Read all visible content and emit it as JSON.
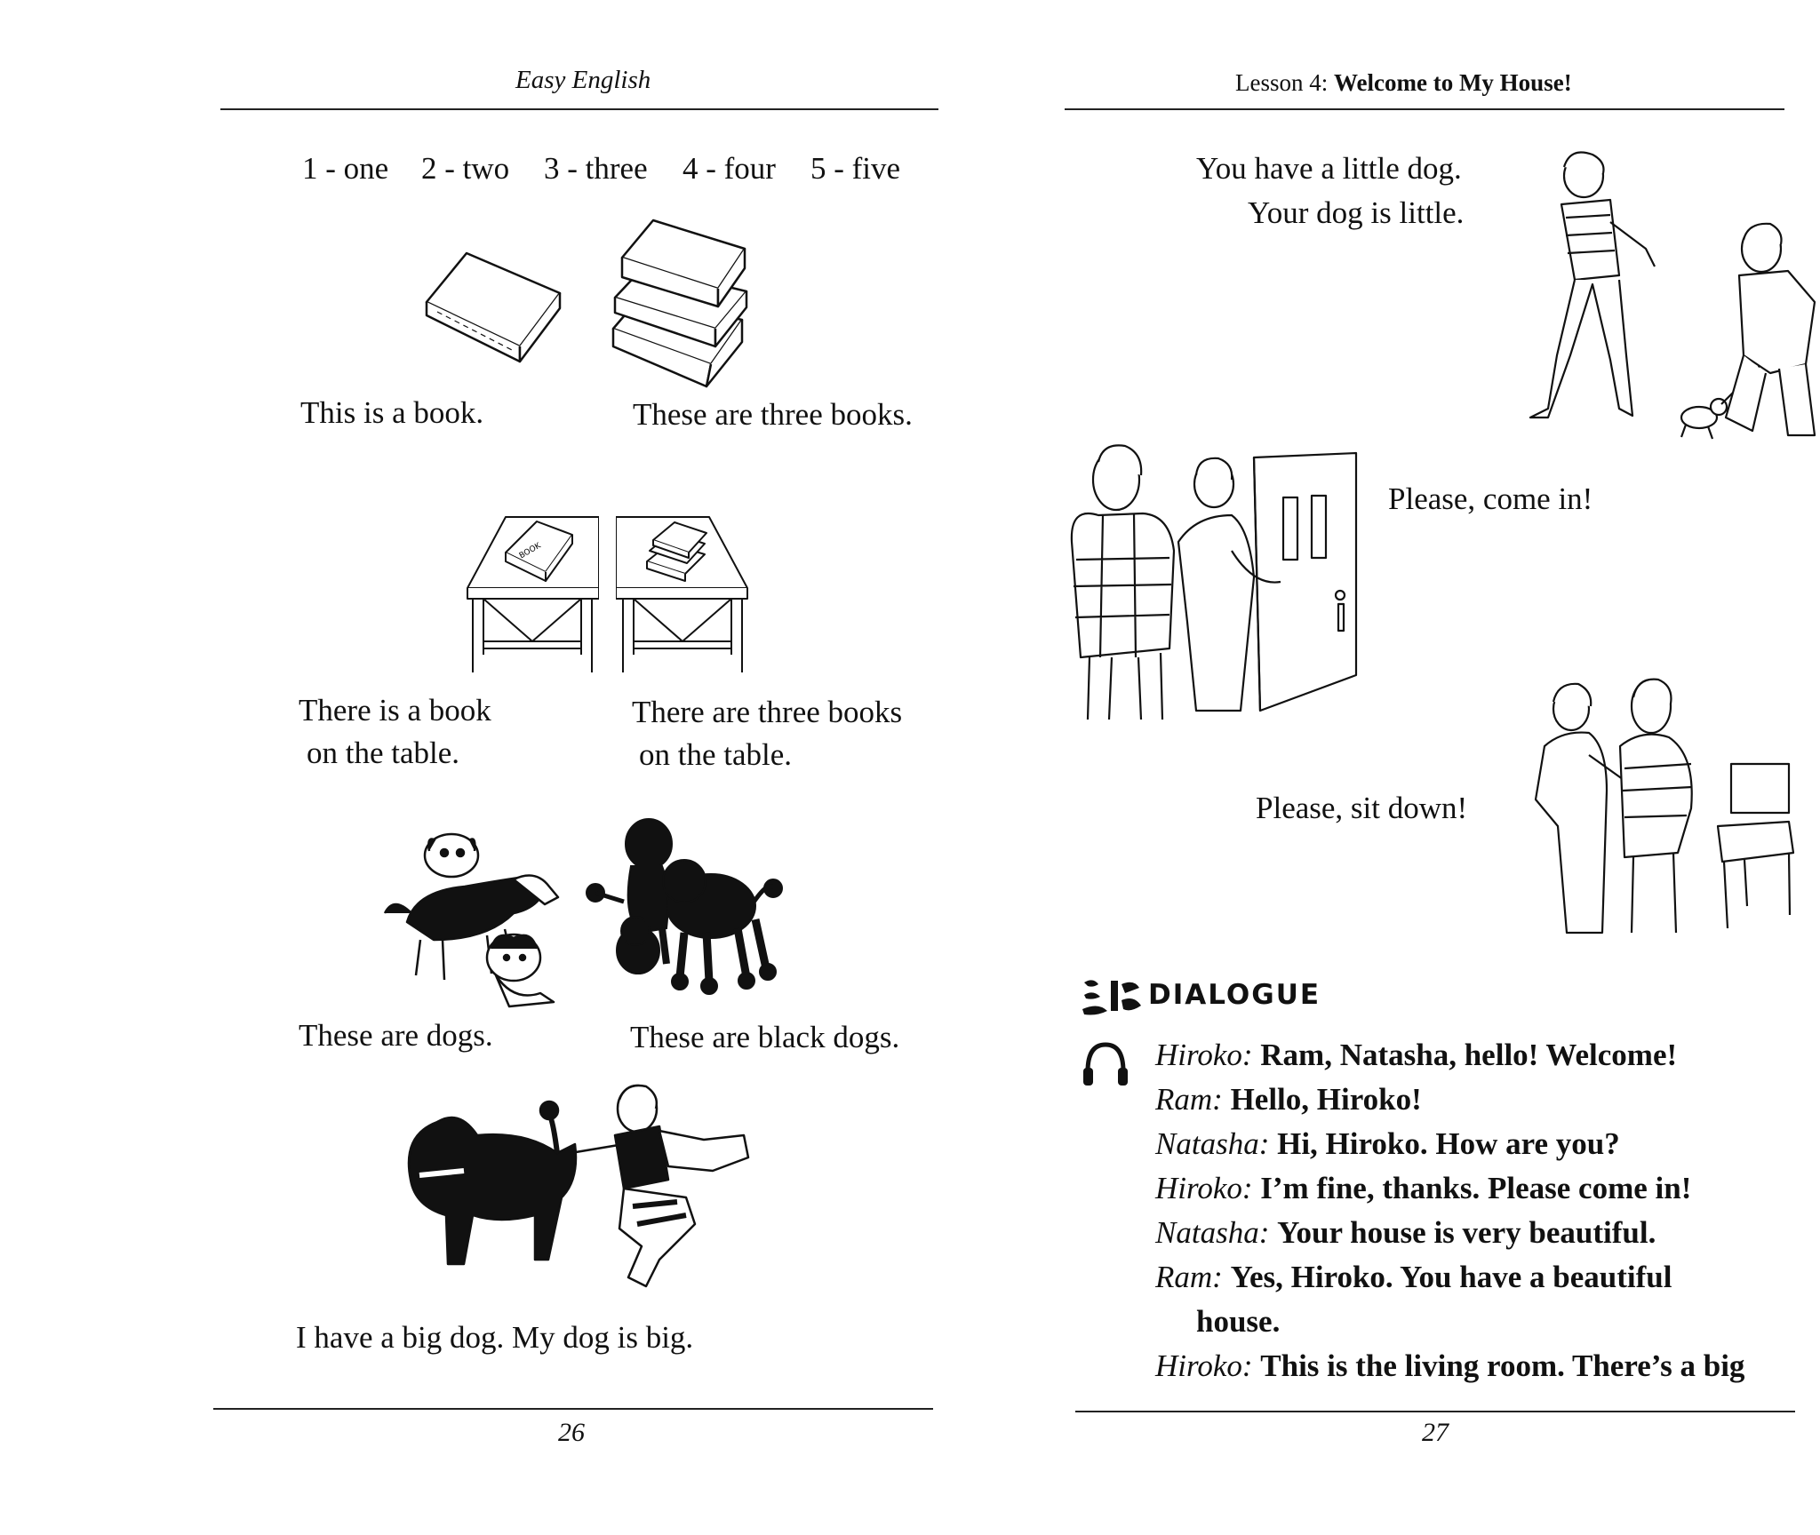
{
  "left_page": {
    "running_head": "Easy English",
    "numbers_line": [
      "1 - one",
      "2 - two",
      "3 - three",
      "4 - four",
      "5 - five"
    ],
    "captions": {
      "one_book": "This is a book.",
      "three_books": "These are three books.",
      "book_table": [
        "There is a book",
        "on the table."
      ],
      "books_table": [
        "There are three books",
        "on the table."
      ],
      "dogs": "These are dogs.",
      "black_dogs": "These are black dogs.",
      "big_dog": "I have a big dog. My dog is big."
    },
    "book_label": "BOOK",
    "page_number": "26"
  },
  "right_page": {
    "running_head_prefix": "Lesson 4: ",
    "running_head_title": "Welcome to My House!",
    "captions": {
      "little_dog": [
        "You have a little dog.",
        "Your dog is little."
      ],
      "come_in": "Please, come in!",
      "sit_down": "Please, sit down!"
    },
    "dialogue": {
      "heading": "DIALOGUE",
      "lines": [
        {
          "speaker": "Hiroko:",
          "text": "Ram, Natasha, hello! Welcome!"
        },
        {
          "speaker": "Ram:",
          "text": "Hello, Hiroko!"
        },
        {
          "speaker": "Natasha:",
          "text": "Hi, Hiroko. How are you?"
        },
        {
          "speaker": "Hiroko:",
          "text": "I’m fine, thanks. Please come in!"
        },
        {
          "speaker": "Natasha:",
          "text": "Your house is very beautiful."
        },
        {
          "speaker": "Ram:",
          "text": "Yes, Hiroko. You have a beautiful"
        },
        {
          "speaker": "",
          "text": "house."
        },
        {
          "speaker": "Hiroko:",
          "text": "This is the living room. There’s a big"
        }
      ]
    },
    "page_number": "27"
  }
}
